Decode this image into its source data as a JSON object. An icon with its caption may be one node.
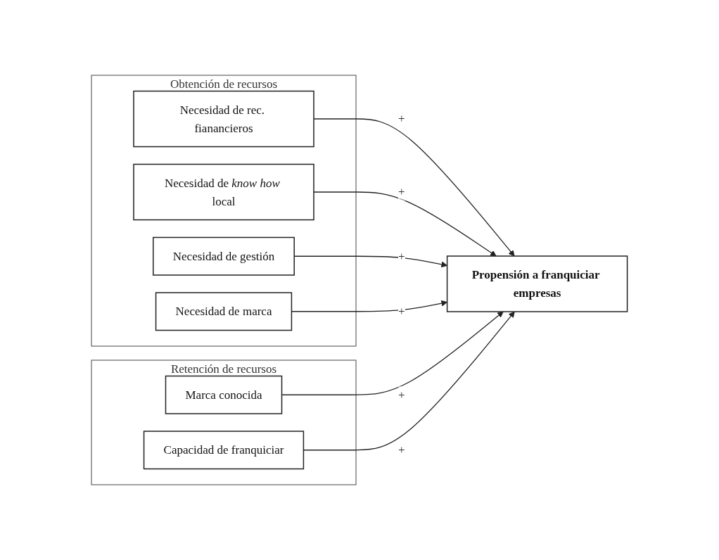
{
  "diagram": {
    "nodes": [
      {
        "text": [
          "Obtención de recursos"
        ]
      },
      {
        "text": [
          "Necesidad de rec. fianancieros"
        ],
        "in": 0
      },
      {
        "text": [
          "Necesidad de *know how* local"
        ],
        "in": 0
      },
      {
        "text": [
          "Necesidad de gestión"
        ],
        "in": 0
      },
      {
        "text": [
          "Necesidad de marca"
        ],
        "in": 0
      },
      {
        "text": [
          "Retención de recursos"
        ]
      },
      {
        "text": [
          "Marca conocida"
        ],
        "in": 5
      },
      {
        "text": [
          "Capacidad de franquiciar"
        ],
        "in": 5
      },
      {
        "text": [
          "Propensión a franquiciar empresas"
        ]
      }
    ],
    "edges": [
      {
        "from": 1,
        "to": 8,
        "arrow": "to",
        "label": "+"
      },
      {
        "from": 2,
        "to": 8,
        "arrow": "to",
        "label": "+"
      },
      {
        "from": 3,
        "to": 8,
        "arrow": "to",
        "label": "+"
      },
      {
        "from": 4,
        "to": 8,
        "arrow": "to",
        "label": "+"
      },
      {
        "from": 6,
        "to": 8,
        "arrow": "to",
        "label": "+"
      },
      {
        "from": 7,
        "to": 8,
        "arrow": "to",
        "label": "+"
      }
    ]
  }
}
